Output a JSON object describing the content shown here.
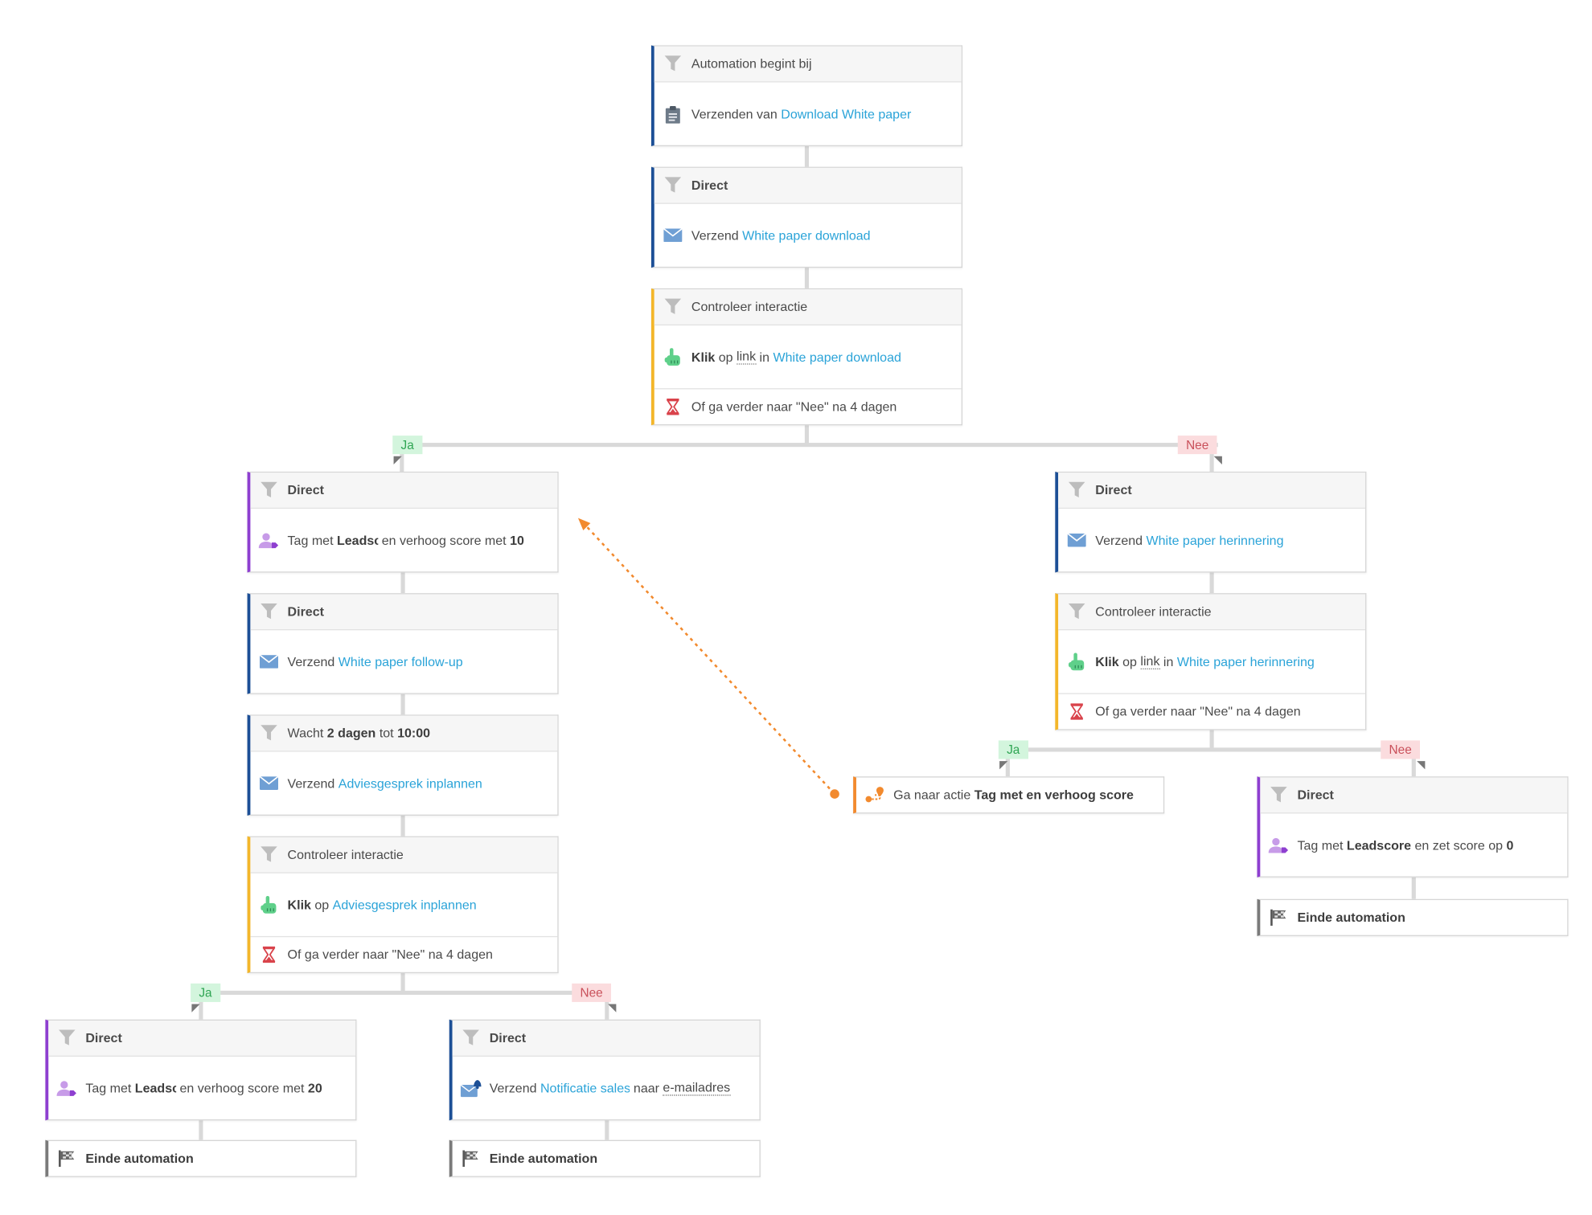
{
  "colors": {
    "link": "#2aa3d8",
    "blue_border": "#1c4f96",
    "yellow_border": "#f3b62a",
    "purple_border": "#8e3fd0",
    "orange": "#f28a2e",
    "ja_bg": "#d3f5dd",
    "nee_bg": "#fbdcde"
  },
  "icons": {
    "trigger": "filter-icon",
    "form": "clipboard-icon",
    "email": "envelope-icon",
    "click": "pointing-hand-icon",
    "timeout": "hourglass-icon",
    "tag": "user-tag-icon",
    "end": "flag-icon",
    "goto": "route-icon",
    "notify": "envelope-bell-icon"
  },
  "branch": {
    "yes": "Ja",
    "no": "Nee"
  },
  "n1": {
    "header": "Automation begint bij",
    "pre": "Verzenden van ",
    "link": "Download White paper"
  },
  "n2": {
    "header": "Direct",
    "pre": "Verzend ",
    "link": "White paper download"
  },
  "n3": {
    "header": "Controleer interactie",
    "klik": "Klik",
    "op": " op ",
    "linkword": "link",
    "in": " in ",
    "link": "White paper download",
    "timeout": "Of ga verder naar \"Nee\" na 4 dagen"
  },
  "l1": {
    "header": "Direct",
    "pre": "Tag met ",
    "tag": "Leadscore",
    "mid": " en verhoog score met ",
    "score": "10"
  },
  "l2": {
    "header": "Direct",
    "pre": "Verzend ",
    "link": "White paper follow-up"
  },
  "l3": {
    "header_pre": "Wacht ",
    "header_bold": "2 dagen",
    "header_mid": " tot ",
    "header_time": "10:00",
    "pre": "Verzend ",
    "link": "Adviesgesprek inplannen"
  },
  "l4": {
    "header": "Controleer interactie",
    "klik": "Klik",
    "op": " op ",
    "link": "Adviesgesprek inplannen",
    "timeout": "Of ga verder naar \"Nee\" na 4 dagen"
  },
  "ll1": {
    "header": "Direct",
    "pre": "Tag met ",
    "tag": "Leadscore",
    "mid": " en verhoog score met ",
    "score": "20"
  },
  "ll2": {
    "end": "Einde automation"
  },
  "lr1": {
    "header": "Direct",
    "pre": "Verzend ",
    "link": "Notificatie sales",
    "mid": " naar ",
    "addr": "e-mailadres"
  },
  "lr2": {
    "end": "Einde automation"
  },
  "r1": {
    "header": "Direct",
    "pre": "Verzend ",
    "link": "White paper herinnering"
  },
  "r2": {
    "header": "Controleer interactie",
    "klik": "Klik",
    "op": " op ",
    "linkword": "link",
    "in": " in ",
    "link": "White paper herinnering",
    "timeout": "Of ga verder naar \"Nee\" na 4 dagen"
  },
  "goto": {
    "pre": "Ga naar actie ",
    "target": "Tag met",
    "post": " en verhoog score"
  },
  "rr1": {
    "header": "Direct",
    "pre": "Tag met ",
    "tag": "Leadscore",
    "mid": " en zet score op ",
    "score": "0"
  },
  "rr2": {
    "end": "Einde automation"
  }
}
